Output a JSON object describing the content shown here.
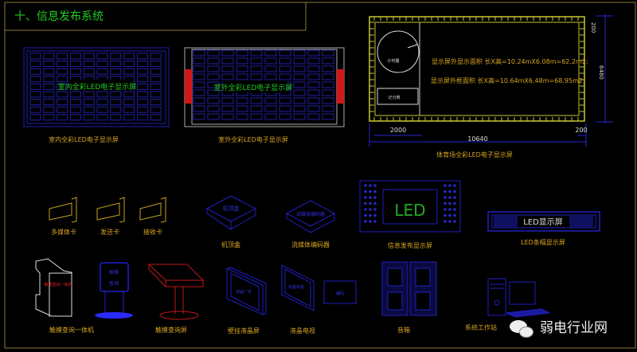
{
  "title": "十、信息发布系统",
  "screens": {
    "indoor": {
      "center_label": "室内全彩LED电子显示屏",
      "caption": "室内全彩LED电子显示屏"
    },
    "outdoor": {
      "center_label": "室外全彩LED电子显示屏",
      "caption": "室外全彩LED电子显示屏"
    },
    "stadium": {
      "caption": "体育场全彩LED电子显示屏",
      "circle_label": "计时器",
      "box_label": "记分牌",
      "area_display": "显示屏外显示面积 长X高=10.24mX6.08m=62.2m2;",
      "area_frame": "显示屏外框面积 长X高=10.64mX6.48m=68.95m2;",
      "dim_left": "2000",
      "dim_total": "10640",
      "dim_right": "200",
      "dim_top": "200",
      "dim_height": "6480"
    }
  },
  "devices": {
    "multimedia_card": "多媒体卡",
    "sender_card": "发送卡",
    "receiver_card": "接收卡",
    "set_top_box": "机顶盒",
    "set_top_box_face": "机顶盒",
    "encoder": "流媒体编码器",
    "encoder_face": "流媒体编码器",
    "info_screen": "信息发布显示屏",
    "info_screen_text": "LED",
    "banner_screen": "LED条幅显示屏",
    "banner_text": "LED显示屏",
    "kiosk": "触摸查询一体机",
    "kiosk_face": "触摸查询一体机",
    "touch_stand_face1": "触摸",
    "touch_stand_face2": "查询",
    "touch_screen": "触摸查询屏",
    "wall_lcd": "壁挂液晶屏",
    "wall_lcd_face": "液晶广告",
    "lcd_tv": "液晶电视",
    "lcd_tv_face": "液晶电视",
    "small_box_face": "编码",
    "speaker": "音箱",
    "workstation": "系统工作站"
  },
  "watermark": "弱电行业网"
}
